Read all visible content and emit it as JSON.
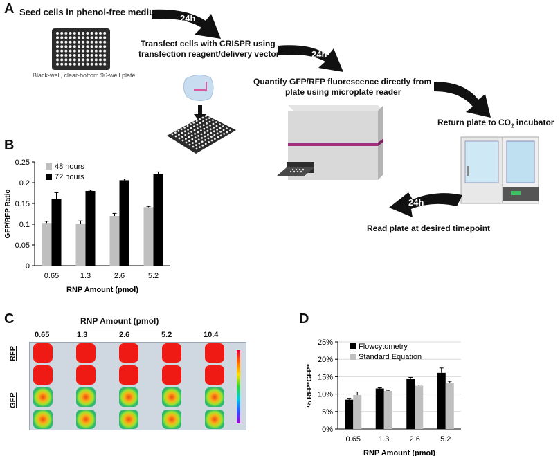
{
  "panels": {
    "A": "A",
    "B": "B",
    "C": "C",
    "D": "D"
  },
  "panelA": {
    "step1": "Seed cells in phenol-free medium",
    "plate_caption": "Black-well, clear-bottom 96-well plate",
    "step2_line1": "Transfect cells with CRISPR using",
    "step2_line2": "transfection reagent/delivery vector",
    "step3_line1": "Quantify GFP/RFP fluorescence directly from",
    "step3_line2": "plate using microplate reader",
    "step4": "Return plate to CO",
    "step4_sub": "2",
    "step4_tail": " incubator",
    "step5": "Read plate at desired timepoint",
    "interval": "24h"
  },
  "panelC": {
    "header": "RNP Amount (pmol)",
    "amounts": [
      "0.65",
      "1.3",
      "2.6",
      "5.2",
      "10.4"
    ],
    "rows": [
      "RFP",
      "GFP"
    ]
  },
  "chart_data": [
    {
      "type": "bar",
      "panel": "B",
      "categories": [
        "0.65",
        "1.3",
        "2.6",
        "5.2"
      ],
      "series": [
        {
          "name": "48 hours",
          "values": [
            0.103,
            0.101,
            0.12,
            0.141
          ],
          "errors": [
            0.004,
            0.007,
            0.006,
            0.002
          ],
          "color": "#bfbfbf"
        },
        {
          "name": "72 hours",
          "values": [
            0.161,
            0.18,
            0.206,
            0.22
          ],
          "errors": [
            0.015,
            0.002,
            0.003,
            0.006
          ],
          "color": "#000000"
        }
      ],
      "xlabel": "RNP Amount (pmol)",
      "ylabel": "GFP/RFP Ratio",
      "ylim": [
        0,
        0.25
      ],
      "yticks": [
        "0",
        "0.05",
        "0.1",
        "0.15",
        "0.2",
        "0.25"
      ],
      "legend": "top-left"
    },
    {
      "type": "bar",
      "panel": "D",
      "categories": [
        "0.65",
        "1.3",
        "2.6",
        "5.2"
      ],
      "series": [
        {
          "name": "Flowcytometry",
          "values": [
            8.4,
            11.6,
            14.4,
            16.1
          ],
          "errors": [
            0.4,
            0.2,
            0.4,
            1.4
          ],
          "color": "#000000"
        },
        {
          "name": "Standard Equation",
          "values": [
            9.7,
            10.9,
            12.4,
            13.2
          ],
          "errors": [
            0.9,
            0.2,
            0.2,
            0.5
          ],
          "color": "#bfbfbf"
        }
      ],
      "xlabel": "RNP Amount (pmol)",
      "ylabel": "% RFP⁺GFP⁺",
      "ylim": [
        0,
        25
      ],
      "yticks": [
        "0%",
        "5%",
        "10%",
        "15%",
        "20%",
        "25%"
      ],
      "legend": "top-left"
    }
  ]
}
